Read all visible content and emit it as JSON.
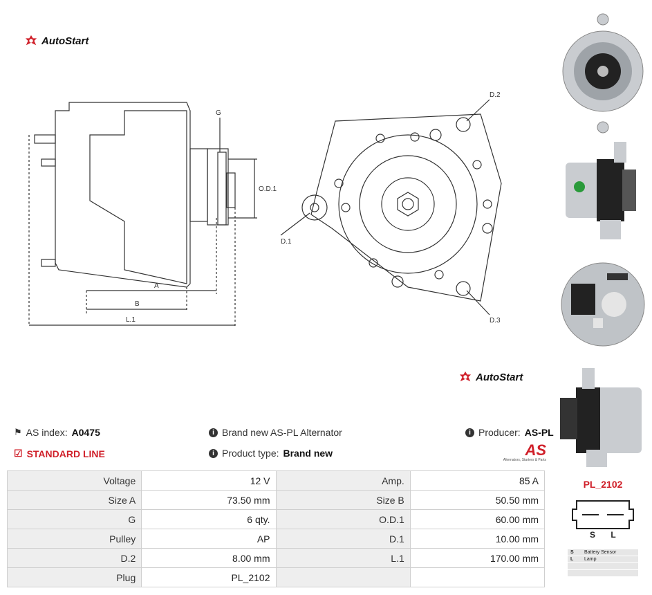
{
  "brand": {
    "name": "AutoStart",
    "producer_logo_text": "AS",
    "producer_logo_caption": "Alternators, Starters & Parts"
  },
  "drawing": {
    "labels": {
      "g": "G",
      "od1": "O.D.1",
      "a": "A",
      "b": "B",
      "l1": "L.1",
      "d1": "D.1",
      "d2": "D.2",
      "d3": "D.3"
    }
  },
  "info": {
    "as_index_label": "AS index:",
    "as_index_value": "A0475",
    "standard_line": "STANDARD LINE",
    "description": "Brand new AS-PL Alternator",
    "product_type_label": "Product type:",
    "product_type_value": "Brand new",
    "producer_label": "Producer:",
    "producer_value": "AS-PL"
  },
  "specs": [
    [
      {
        "label": "Voltage",
        "value": "12 V"
      },
      {
        "label": "Amp.",
        "value": "85 A"
      }
    ],
    [
      {
        "label": "Size A",
        "value": "73.50 mm"
      },
      {
        "label": "Size B",
        "value": "50.50 mm"
      }
    ],
    [
      {
        "label": "G",
        "value": "6 qty."
      },
      {
        "label": "O.D.1",
        "value": "60.00 mm"
      }
    ],
    [
      {
        "label": "Pulley",
        "value": "AP"
      },
      {
        "label": "D.1",
        "value": "10.00 mm"
      }
    ],
    [
      {
        "label": "D.2",
        "value": "8.00 mm"
      },
      {
        "label": "L.1",
        "value": "170.00 mm"
      }
    ],
    [
      {
        "label": "Plug",
        "value": "PL_2102"
      },
      {
        "label": "",
        "value": ""
      }
    ]
  ],
  "plug": {
    "code": "PL_2102",
    "pins": [
      "S",
      "L"
    ],
    "legend": [
      {
        "pin": "S",
        "desc": "Battery Sensor"
      },
      {
        "pin": "L",
        "desc": "Lamp"
      },
      {
        "pin": "",
        "desc": ""
      },
      {
        "pin": "",
        "desc": ""
      }
    ]
  },
  "colors": {
    "accent": "#d0202a",
    "label_bg": "#eeeeee",
    "border": "#cfcfcf"
  }
}
